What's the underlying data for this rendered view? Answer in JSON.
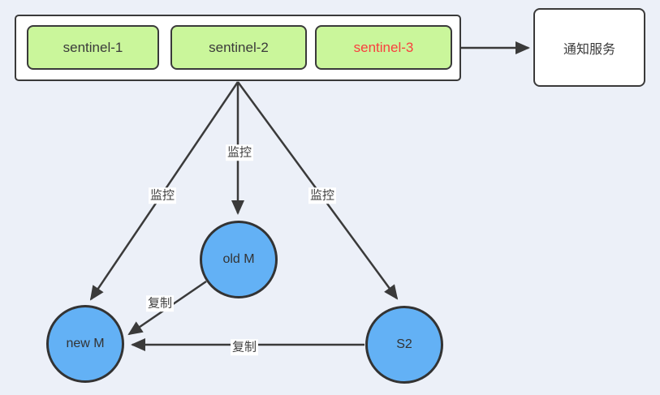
{
  "colors": {
    "background": "#ecf0f8",
    "sentinel_node_fill": "#caf69b",
    "server_node_fill": "#63b1f5",
    "stroke": "#3a3a3a",
    "text_dark": "#3b3b3b",
    "sentinel3_text_red": "#fa3e3e",
    "box_fill_white": "#ffffff"
  },
  "sentinel_cluster": {
    "nodes": [
      {
        "label": "sentinel-1"
      },
      {
        "label": "sentinel-2"
      },
      {
        "label": "sentinel-3"
      }
    ]
  },
  "notification": {
    "label": "通知服务"
  },
  "servers": {
    "old_master": {
      "label": "old M"
    },
    "new_master": {
      "label": "new M"
    },
    "slave_s2": {
      "label": "S2"
    }
  },
  "edges": {
    "monitor_left": {
      "label": "监控"
    },
    "monitor_middle": {
      "label": "监控"
    },
    "monitor_right": {
      "label": "监控"
    },
    "replicate_old_to_new": {
      "label": "复制"
    },
    "replicate_s2_to_new": {
      "label": "复制"
    }
  }
}
